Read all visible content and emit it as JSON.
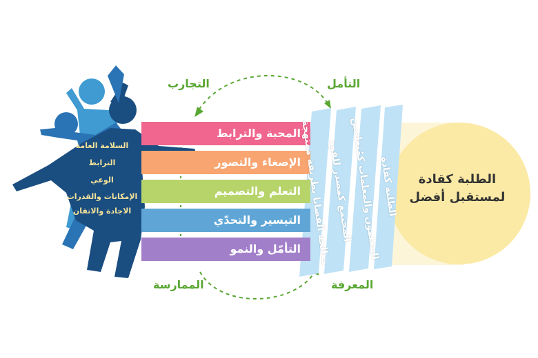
{
  "bars": [
    {
      "label": "المحبة والترابط",
      "color": "#f0668f"
    },
    {
      "label": "الإصغاء والتصور",
      "color": "#f8a571"
    },
    {
      "label": "التعلم والتصميم",
      "color": "#b6d46a"
    },
    {
      "label": "التيسير والتحدّي",
      "color": "#5fa6d6"
    },
    {
      "label": "التأمّل والنمو",
      "color": "#a27fc9"
    }
  ],
  "strips": [
    {
      "label": "معالجة القضايا بطريقة ممنهجة"
    },
    {
      "label": "المجتمع كمصدر للقوة"
    },
    {
      "label": "المعلمون والمعلمات كمُتعلمين"
    },
    {
      "label": "الطلبة كقادة"
    }
  ],
  "goal": {
    "line1": "الطلبة كقادة",
    "line2": "لمستقبل أفضل"
  },
  "cycle": {
    "top_left": "التجارب",
    "top_right": "التأمل",
    "bottom_left": "الممارسة",
    "bottom_right": "المعرفة"
  },
  "figure_labels": [
    "السلامة العامة",
    "الترابط",
    "الوعي",
    "الإمكانات والقدرات",
    "الاجادة والاتقان"
  ],
  "colors": {
    "green": "#5aa733",
    "strip": "#bfe2f6",
    "strip_text": "#ffffff",
    "goal_circle": "#fbeaa5",
    "figure_dark": "#1a4d80",
    "figure_mid": "#2a73b4",
    "figure_light": "#3f9bd1"
  }
}
